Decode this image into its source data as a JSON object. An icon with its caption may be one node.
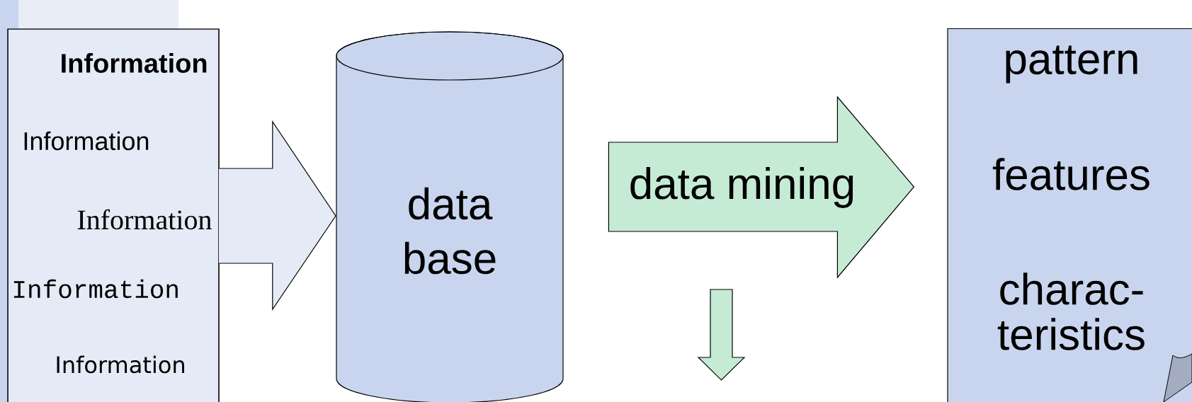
{
  "diagram": {
    "nodes": [
      {
        "text": [
          "Information",
          "Information",
          "Information",
          "Information",
          "Information"
        ]
      },
      {
        "text": [
          "data base"
        ]
      },
      {
        "text": [
          "pattern",
          "features",
          "charac- teristics"
        ]
      }
    ],
    "edges": [
      {
        "from": 0,
        "to": 1,
        "arrow": "to"
      },
      {
        "from": 1,
        "to": 2,
        "arrow": "to",
        "label": "data mining",
        "color": "#c6ebd5"
      }
    ]
  }
}
